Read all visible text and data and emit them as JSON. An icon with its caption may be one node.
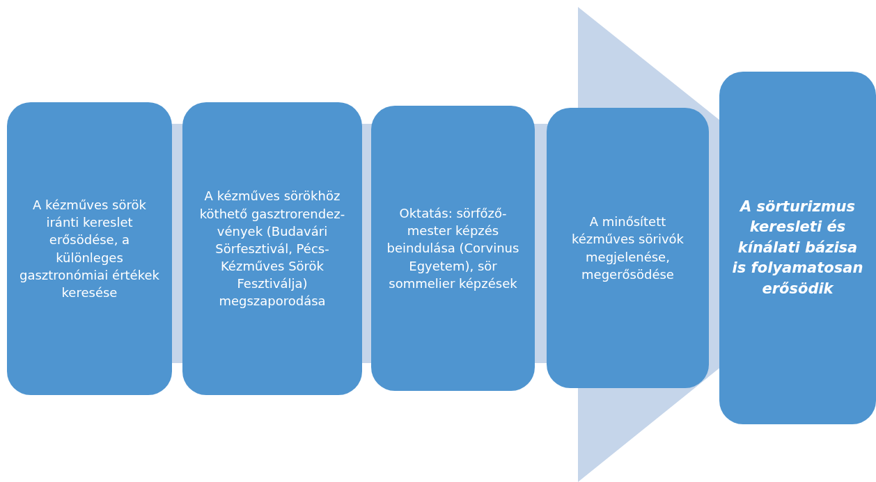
{
  "diagram": {
    "nodes": [
      {
        "text": [
          "A kézműves sörök iránti kereslet erősödése, a különleges gasztronómiai értékek keresése"
        ]
      },
      {
        "text": [
          "A kézműves sörökhöz köthető gasztrorendez-vények (Budavári Sörfesztivál, Pécs-Kézműves Sörök Fesztiválja) megszaporodása"
        ]
      },
      {
        "text": [
          "Oktatás: sörfőző-mester képzés beindulása (Corvinus Egyetem), sör sommelier képzések"
        ]
      },
      {
        "text": [
          "A minősített kézműves sörivók megjelenése, megerősödése"
        ]
      },
      {
        "text": [
          "A sörturizmus keresleti és kínálati bázisa is folyamatosan erősödik"
        ]
      }
    ],
    "edges": [
      {
        "from": 0,
        "to": 4,
        "arrow": "to"
      }
    ]
  }
}
